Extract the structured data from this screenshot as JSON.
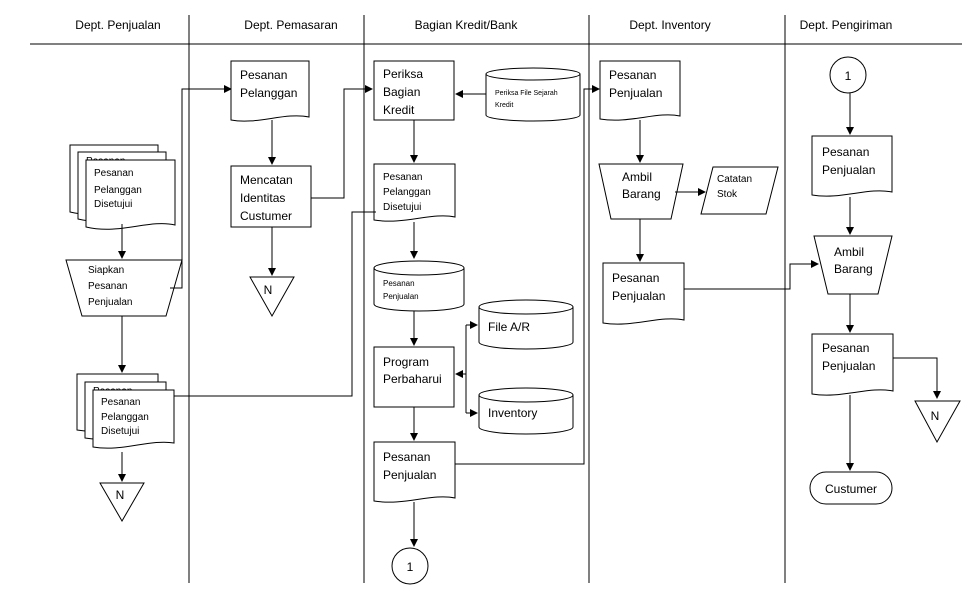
{
  "lanes": [
    {
      "title": "Dept. Penjualan"
    },
    {
      "title": "Dept. Pemasaran"
    },
    {
      "title": "Bagian Kredit/Bank"
    },
    {
      "title": "Dept. Inventory"
    },
    {
      "title": "Dept. Pengiriman"
    }
  ],
  "penjualan": {
    "doc_stack_top": {
      "back_text": "Pesanan",
      "lines": [
        "Pesanan",
        "Pelanggan",
        "Disetujui"
      ]
    },
    "manual_op": {
      "lines": [
        "Siapkan",
        "Pesanan",
        "Penjualan"
      ]
    },
    "doc_stack_bottom": {
      "back_text": "Pesanan",
      "lines": [
        "Pesanan",
        "Pelanggan",
        "Disetujui"
      ]
    },
    "offpage": {
      "label": "N"
    }
  },
  "pemasaran": {
    "document": {
      "lines": [
        "Pesanan",
        "Pelanggan"
      ]
    },
    "process": {
      "lines": [
        "Mencatan",
        "Identitas",
        "Custumer"
      ]
    },
    "offpage": {
      "label": "N"
    }
  },
  "kredit": {
    "process_check": {
      "lines": [
        "Periksa",
        "Bagian",
        "Kredit"
      ]
    },
    "db_history": {
      "lines": [
        "Periksa File Sejarah",
        "Kredit"
      ]
    },
    "doc_approved": {
      "lines": [
        "Pesanan",
        "Pelanggan",
        "Disetujui"
      ]
    },
    "db_orders": {
      "lines": [
        "Pesanan",
        "Penjualan"
      ]
    },
    "process_update": {
      "lines": [
        "Program",
        "Perbaharui"
      ]
    },
    "db_ar": {
      "label": "File A/R"
    },
    "db_inventory": {
      "label": "Inventory"
    },
    "doc_sales": {
      "lines": [
        "Pesanan",
        "Penjualan"
      ]
    },
    "connector": {
      "label": "1"
    }
  },
  "inventory": {
    "doc_sales_top": {
      "lines": [
        "Pesanan",
        "Penjualan"
      ]
    },
    "manual_op": {
      "lines": [
        "Ambil",
        "Barang"
      ]
    },
    "io_stock": {
      "lines": [
        "Catatan",
        "Stok"
      ]
    },
    "doc_sales_bottom": {
      "lines": [
        "Pesanan",
        "Penjualan"
      ]
    }
  },
  "pengiriman": {
    "connector": {
      "label": "1"
    },
    "doc_sales_top": {
      "lines": [
        "Pesanan",
        "Penjualan"
      ]
    },
    "manual_op": {
      "lines": [
        "Ambil",
        "Barang"
      ]
    },
    "doc_sales_bottom": {
      "lines": [
        "Pesanan",
        "Penjualan"
      ]
    },
    "offpage": {
      "label": "N"
    },
    "terminator": {
      "label": "Custumer"
    }
  }
}
